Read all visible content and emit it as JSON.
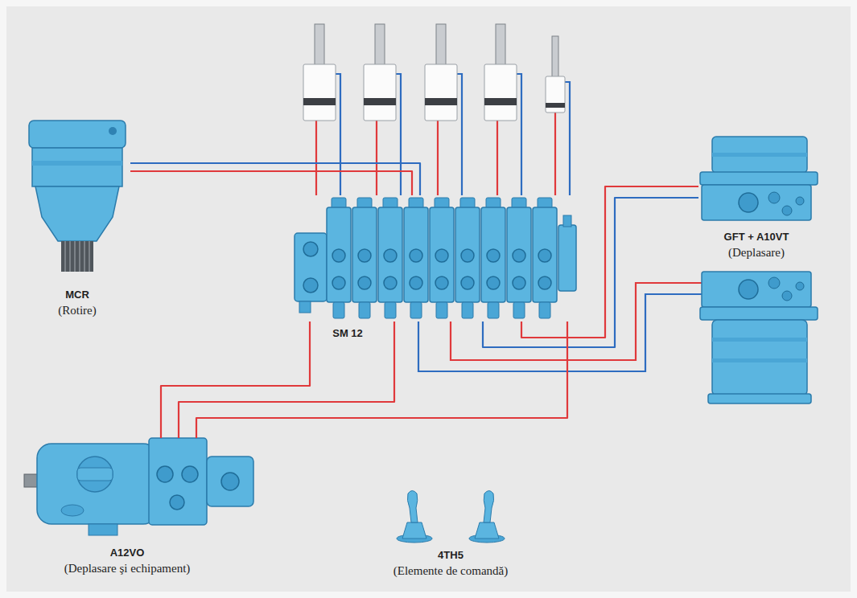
{
  "diagram": {
    "nodes": [
      {
        "text": [
          "MCR",
          "(Rotire)"
        ]
      },
      {
        "text": [
          "SM 12"
        ]
      },
      {
        "text": [
          "GFT + A10VT",
          "(Deplasare)"
        ]
      },
      {
        "text": [
          "A12VO",
          "(Deplasare şi echipament)"
        ]
      },
      {
        "text": [
          "4TH5",
          "(Elemente de comandă)"
        ]
      }
    ],
    "edges": [
      {
        "from": 0,
        "to": 1,
        "arrow": "none"
      },
      {
        "from": 0,
        "to": 1,
        "arrow": "none"
      },
      {
        "from": 1,
        "to": 2,
        "arrow": "none"
      },
      {
        "from": 1,
        "to": 2,
        "arrow": "none"
      },
      {
        "from": 3,
        "to": 1,
        "arrow": "none"
      },
      {
        "from": 3,
        "to": 1,
        "arrow": "none"
      },
      {
        "from": 3,
        "to": 1,
        "arrow": "none"
      }
    ]
  }
}
